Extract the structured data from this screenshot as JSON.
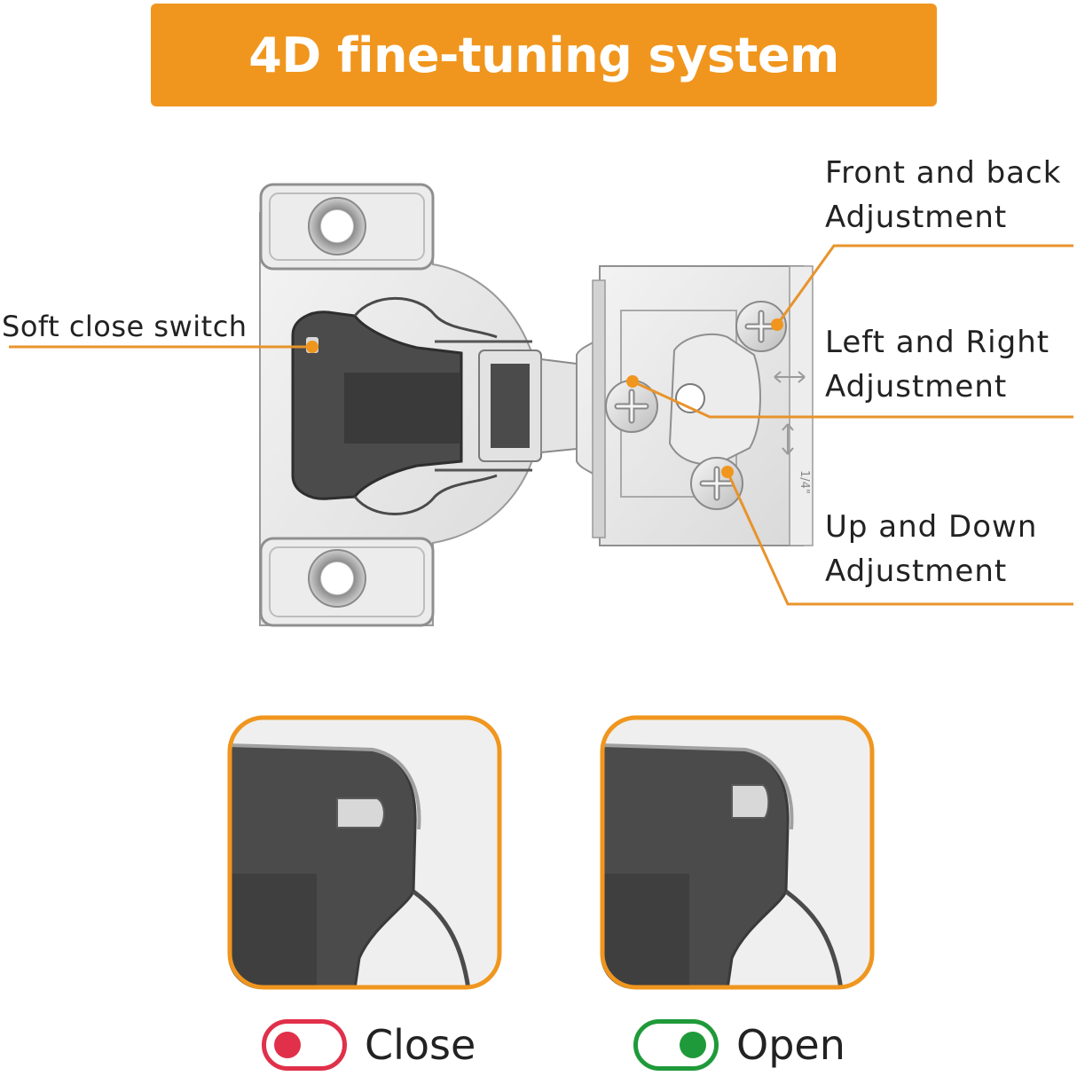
{
  "title": "4D fine-tuning system",
  "colors": {
    "accent": "#f0961e",
    "close_red": "#e0304a",
    "open_green": "#1f9a3a",
    "hinge_dark": "#4b4b4b",
    "metal": "#e6e6e6"
  },
  "callouts": {
    "soft_close": "Soft close switch",
    "front_back_line1": "Front and back",
    "front_back_line2": "Adjustment",
    "left_right_line1": "Left and Right",
    "left_right_line2": "Adjustment",
    "up_down_line1": "Up and Down",
    "up_down_line2": "Adjustment"
  },
  "hinge_marks": {
    "size": "1/4\""
  },
  "states": {
    "close_label": "Close",
    "open_label": "Open"
  }
}
